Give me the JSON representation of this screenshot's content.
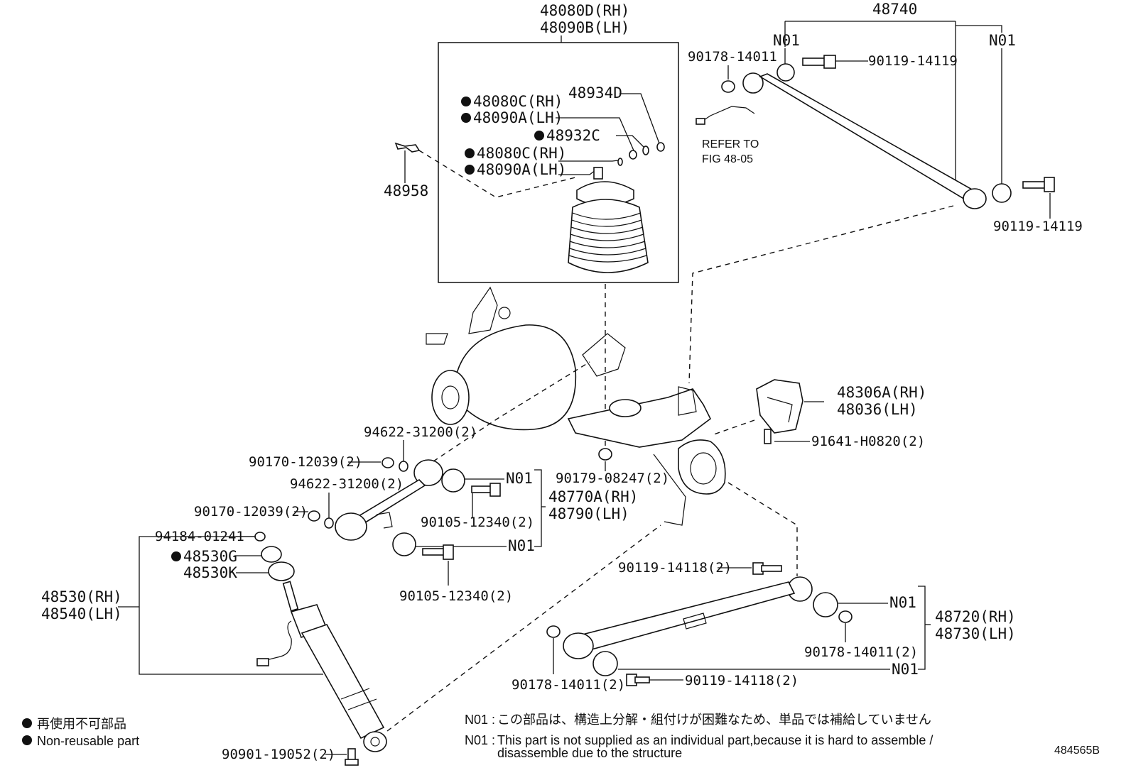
{
  "figure_id": "484565B",
  "labels": {
    "air_spring_assy_rh": "48080D(RH)",
    "air_spring_assy_lh": "48090B(LH)",
    "air_spring_sub_rh_1": "48080C(RH)",
    "air_spring_sub_lh_1": "48090A(LH)",
    "air_spring_sub_rh_2": "48080C(RH)",
    "air_spring_sub_lh_2": "48090A(LH)",
    "gasket_48934d": "48934D",
    "oring_48932c": "48932C",
    "clip_48958": "48958",
    "lateral_rod": "48740",
    "n01_left_top": "N01",
    "n01_right_top": "N01",
    "nut_90178_14011": "90178-14011",
    "bolt_90119_14119_top": "90119-14119",
    "bolt_90119_14119_bottom": "90119-14119",
    "refer_line1": "REFER TO",
    "refer_line2": "FIG 48-05",
    "bracket_rh": "48306A(RH)",
    "bracket_lh": "48036(LH)",
    "bolt_91641": "91641-H0820(2)",
    "washer_94622_a": "94622-31200(2)",
    "nut_90170_a": "90170-12039(2)",
    "washer_94622_b": "94622-31200(2)",
    "nut_90170_b": "90170-12039(2)",
    "nut_90179": "90179-08247(2)",
    "n01_upper_arm_1": "N01",
    "n01_upper_arm_2": "N01",
    "upper_arm_rh": "48770A(RH)",
    "upper_arm_lh": "48790(LH)",
    "bolt_90105_a": "90105-12340(2)",
    "bolt_90105_b": "90105-12340(2)",
    "nut_94184": "94184-01241",
    "cushion_48530g": "48530G",
    "cushion_48530k": "48530K",
    "shock_rh": "48530(RH)",
    "shock_lh": "48540(LH)",
    "bolt_90119_14118_a": "90119-14118(2)",
    "n01_lower_arm_1": "N01",
    "n01_lower_arm_2": "N01",
    "lower_arm_rh": "48720(RH)",
    "lower_arm_lh": "48730(LH)",
    "nut_90178_14011_a": "90178-14011(2)",
    "nut_90178_14011_b": "90178-14011(2)",
    "bolt_90119_14118_b": "90119-14118(2)",
    "bolt_90901": "90901-19052(2)"
  },
  "legend": {
    "jp": "再使用不可部品",
    "en": "Non-reusable part"
  },
  "notes": {
    "n01_jp_prefix": "N01 :",
    "n01_jp": "この部品は、構造上分解・組付けが困難なため、単品では補給していません",
    "n01_en_prefix": "N01 :",
    "n01_en_line1": "This part is not supplied as an individual part,because it is hard to assemble /",
    "n01_en_line2": "disassemble due to the structure"
  }
}
